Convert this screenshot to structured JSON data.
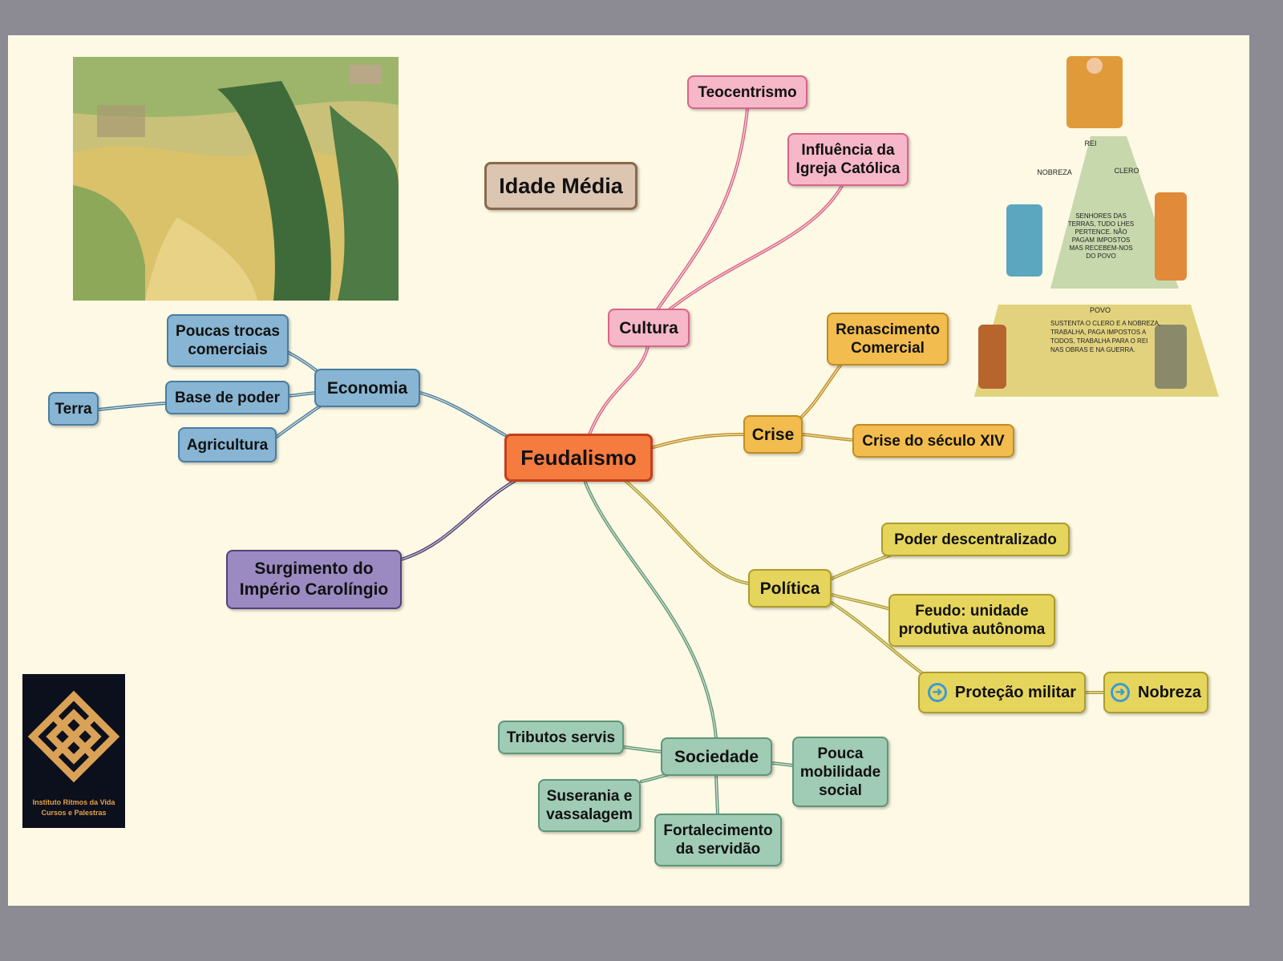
{
  "title": "Idade Média",
  "central": "Feudalismo",
  "colors": {
    "central": "#f57b3f",
    "cultura": "#f6b7c9",
    "crise": "#f2bd4e",
    "politica": "#e6d55c",
    "sociedade": "#a0cbb5",
    "imperio": "#9b89c1",
    "economia": "#87b5d3"
  },
  "cultura": {
    "label": "Cultura",
    "children": [
      "Teocentrismo",
      "Influência da Igreja Católica"
    ]
  },
  "crise": {
    "label": "Crise",
    "children": [
      "Renascimento Comercial",
      "Crise do século XIV"
    ]
  },
  "politica": {
    "label": "Política",
    "children": [
      "Poder descentralizado",
      "Feudo: unidade produtiva autônoma",
      "Proteção militar"
    ],
    "sub": "Nobreza",
    "icon": "arrow-right-circle-icon"
  },
  "sociedade": {
    "label": "Sociedade",
    "children": [
      "Tributos servis",
      "Pouca mobilidade social",
      "Suserania e vassalagem",
      "Fortalecimento da servidão"
    ]
  },
  "imperio": {
    "label": "Surgimento do Império Carolíngio"
  },
  "economia": {
    "label": "Economia",
    "children": [
      "Poucas trocas comerciais",
      "Base de poder",
      "Agricultura"
    ],
    "sub": "Terra"
  },
  "pyramid": {
    "rei": "REI",
    "nobreza": "NOBREZA",
    "clero": "CLERO",
    "senhores": "SENHORES DAS TERRAS, TUDO LHES PERTENCE. NÃO PAGAM IMPOSTOS MAS RECEBEM-NOS DO POVO",
    "povo": "POVO",
    "povo_text": "SUSTENTA O CLERO E A NOBREZA, TRABALHA, PAGA IMPOSTOS A TODOS, TRABALHA PARA O REI NAS OBRAS E NA GUERRA."
  },
  "logo": {
    "line1": "Instituto Ritmos da Vida",
    "line2": "Cursos e Palestras"
  }
}
